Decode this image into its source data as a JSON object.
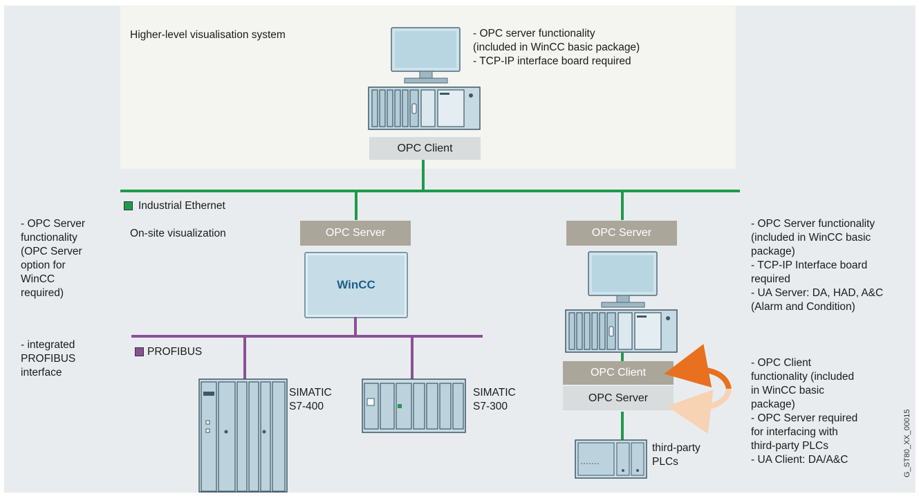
{
  "higher_level": {
    "title": "Higher-level visualisation system",
    "notes": "- OPC server functionality\n  (included in WinCC basic package)\n- TCP-IP interface board required",
    "client_label": "OPC Client"
  },
  "ethernet_label": "Industrial Ethernet",
  "profibus_label": "PROFIBUS",
  "onsite_label": "On-site visualization",
  "left_notes": {
    "opc_server": "- OPC Server\n  functionality\n  (OPC Server\n  option for\n  WinCC\n  required)",
    "profibus": "- integrated\n  PROFIBUS\n  interface"
  },
  "wincc_station": {
    "server_label": "OPC Server",
    "screen_label": "WinCC"
  },
  "right_station": {
    "server_label": "OPC Server",
    "client_label": "OPC Client",
    "server_label_2": "OPC Server",
    "notes_top": "- OPC Server functionality\n  (included in WinCC basic\n  package)\n- TCP-IP Interface board\n  required\n- UA Server: DA, HAD, A&C\n  (Alarm and Condition)",
    "notes_bottom": "- OPC Client\n  functionality (included\n  in WinCC basic\n  package)\n- OPC Server required\n  for interfacing with\n  third-party PLCs\n- UA Client: DA/A&C"
  },
  "plcs": {
    "s7_400": "SIMATIC\nS7-400",
    "s7_300": "SIMATIC\nS7-300",
    "third_party": "third-party\nPLCs"
  },
  "figure_id": "G_ST80_XX_00015",
  "colors": {
    "ethernet": "#1f9a4b",
    "profibus": "#8a5097",
    "arrow": "#e8701e",
    "server_box": "#aaa69a"
  }
}
